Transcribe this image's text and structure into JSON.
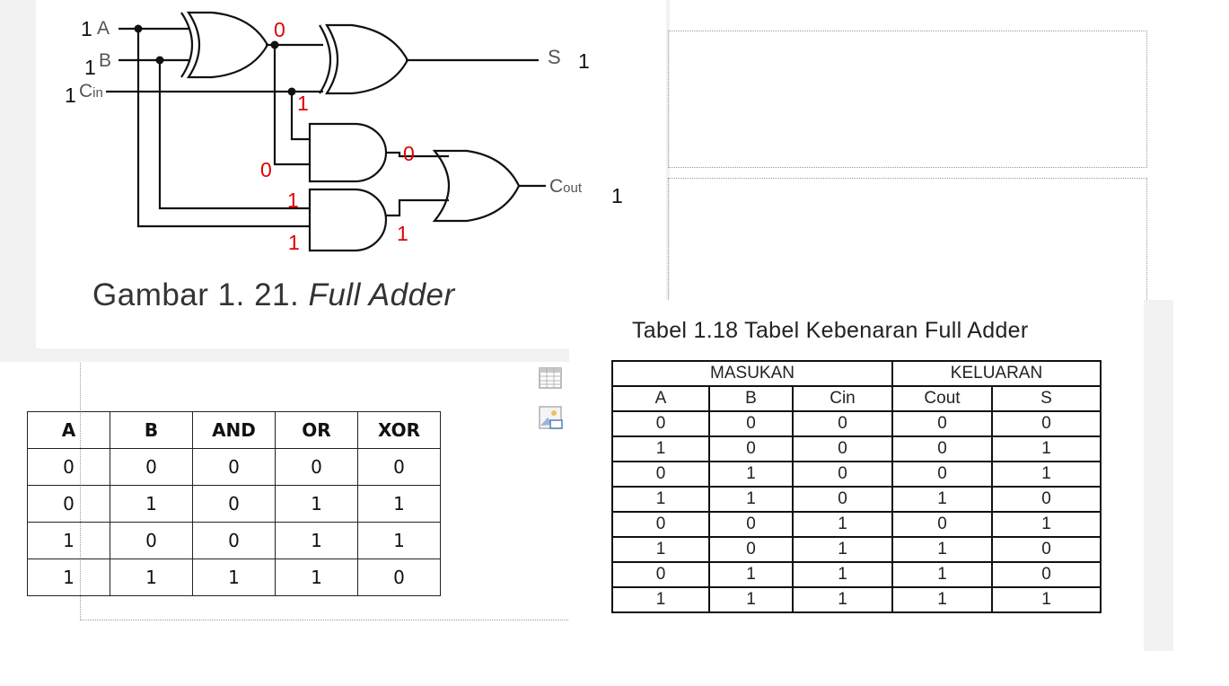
{
  "diagram": {
    "caption_prefix": "Gambar 1. 21. ",
    "caption_italic": "Full Adder",
    "inputs": {
      "a": "A",
      "b": "B",
      "cin": "Cin"
    },
    "outputs": {
      "s": "S",
      "cout": "Cout"
    },
    "black_values": {
      "a": "1",
      "b": "1",
      "cin": "1",
      "s": "1",
      "cout": "1"
    },
    "red_values": {
      "xor1_out": "0",
      "cin_tap": "1",
      "and1_in": "0",
      "and1_out": "0",
      "and2_in_b": "1",
      "and2_in_a": "1",
      "and2_out": "1"
    }
  },
  "gate_table": {
    "headers": [
      "A",
      "B",
      "AND",
      "OR",
      "XOR"
    ],
    "rows": [
      [
        "0",
        "0",
        "0",
        "0",
        "0"
      ],
      [
        "0",
        "1",
        "0",
        "1",
        "1"
      ],
      [
        "1",
        "0",
        "0",
        "1",
        "1"
      ],
      [
        "1",
        "1",
        "1",
        "1",
        "0"
      ]
    ]
  },
  "full_adder_table": {
    "title": "Tabel 1.18 Tabel Kebenaran Full Adder",
    "group_masukan": "MASUKAN",
    "group_keluaran": "KELUARAN",
    "headers": [
      "A",
      "B",
      "Cin",
      "Cout",
      "S"
    ],
    "rows": [
      [
        "0",
        "0",
        "0",
        "0",
        "0"
      ],
      [
        "1",
        "0",
        "0",
        "0",
        "1"
      ],
      [
        "0",
        "1",
        "0",
        "0",
        "1"
      ],
      [
        "1",
        "1",
        "0",
        "1",
        "0"
      ],
      [
        "0",
        "0",
        "1",
        "0",
        "1"
      ],
      [
        "1",
        "0",
        "1",
        "1",
        "0"
      ],
      [
        "0",
        "1",
        "1",
        "1",
        "0"
      ],
      [
        "1",
        "1",
        "1",
        "1",
        "1"
      ]
    ]
  },
  "icons": [
    "table-icon",
    "picture-icon"
  ],
  "colors": {
    "annotation_red": "#e00000",
    "wire": "#111111"
  }
}
